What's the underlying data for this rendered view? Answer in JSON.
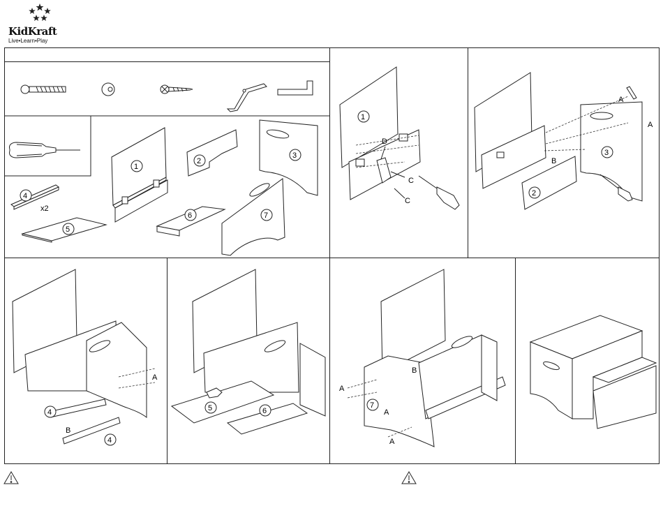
{
  "logo": {
    "word": "KidKraft",
    "tagline": "Live•Learn•Play"
  },
  "parts": {
    "count_label": "x2",
    "numbers": [
      "1",
      "2",
      "3",
      "4",
      "5",
      "6",
      "7"
    ]
  },
  "step1_labels": {
    "part": "1",
    "d": "D",
    "c1": "C",
    "c2": "C"
  },
  "step2_labels": {
    "a1": "A",
    "a2": "A",
    "b": "B",
    "p2": "2",
    "p3": "3"
  },
  "step3_labels": {
    "a": "A",
    "b": "B",
    "p4a": "4",
    "p4b": "4"
  },
  "step4_labels": {
    "p5": "5",
    "p6": "6"
  },
  "step5_labels": {
    "a1": "A",
    "a2": "A",
    "a3": "A",
    "b": "B",
    "p7": "7"
  },
  "warning_icons": [
    "warning-icon-left",
    "warning-icon-right"
  ]
}
